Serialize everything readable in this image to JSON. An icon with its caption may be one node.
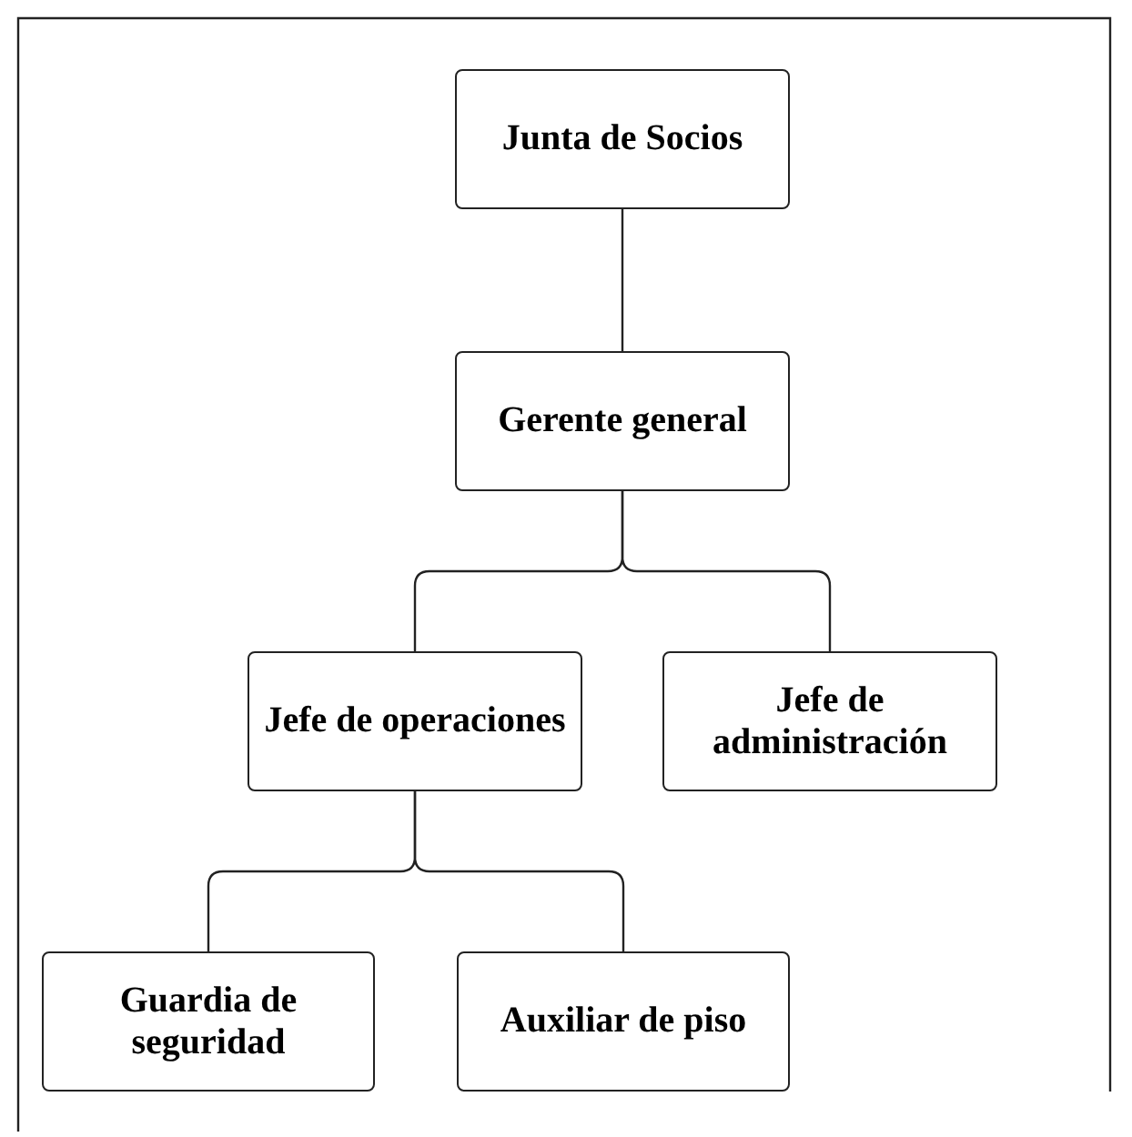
{
  "diagram": {
    "nodes": [
      {
        "text": [
          "Junta de Socios"
        ]
      },
      {
        "text": [
          "Gerente general"
        ]
      },
      {
        "text": [
          "Jefe de operaciones"
        ]
      },
      {
        "text": [
          "Jefe de administración"
        ]
      },
      {
        "text": [
          "Guardia de seguridad"
        ]
      },
      {
        "text": [
          "Auxiliar de piso"
        ]
      }
    ],
    "edges": [
      {
        "from": 0,
        "to": 1,
        "arrow": "none"
      },
      {
        "from": 1,
        "to": 2,
        "arrow": "none"
      },
      {
        "from": 1,
        "to": 3,
        "arrow": "none"
      },
      {
        "from": 2,
        "to": 4,
        "arrow": "none"
      },
      {
        "from": 2,
        "to": 5,
        "arrow": "none"
      }
    ]
  }
}
